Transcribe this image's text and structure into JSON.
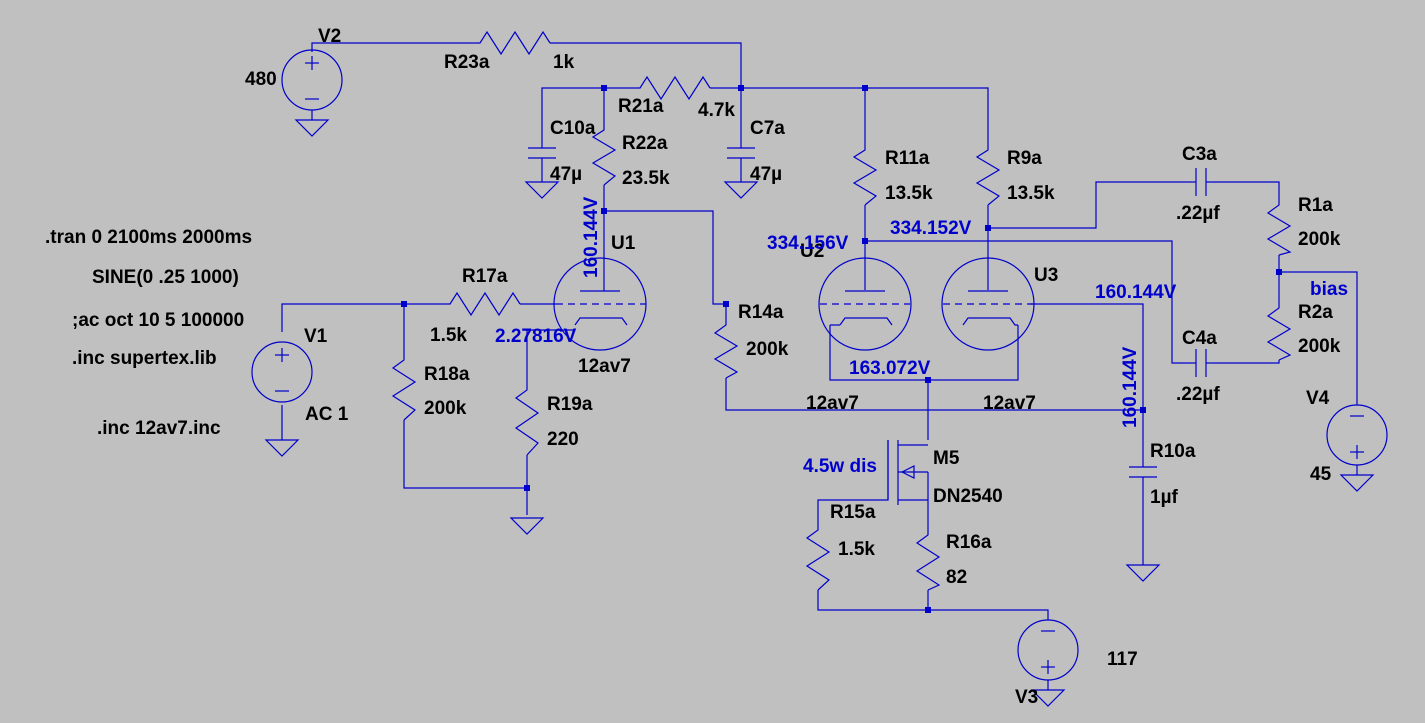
{
  "colors": {
    "background": "#c0c0c0",
    "wire": "#0000cc",
    "node_label": "#0000cc",
    "text": "#000000"
  },
  "directives": {
    "tran": ".tran 0 2100ms 2000ms",
    "sine": "SINE(0 .25 1000)",
    "ac": ";ac oct 10 5 100000",
    "inc_lib": ".inc supertex.lib",
    "inc_tube": ".inc 12av7.inc"
  },
  "components": {
    "V2": {
      "name": "V2",
      "value": "480"
    },
    "V1": {
      "name": "V1",
      "value": "AC 1"
    },
    "V3": {
      "name": "V3",
      "value": "117"
    },
    "V4": {
      "name": "V4",
      "value": "45"
    },
    "R23a": {
      "name": "R23a",
      "value": "1k"
    },
    "R21a": {
      "name": "R21a",
      "value": "4.7k"
    },
    "R22a": {
      "name": "R22a",
      "value": "23.5k"
    },
    "R11a": {
      "name": "R11a",
      "value": "13.5k"
    },
    "R9a": {
      "name": "R9a",
      "value": "13.5k"
    },
    "R17a": {
      "name": "R17a",
      "value": "1.5k"
    },
    "R18a": {
      "name": "R18a",
      "value": "200k"
    },
    "R19a": {
      "name": "R19a",
      "value": "220"
    },
    "R14a": {
      "name": "R14a",
      "value": "200k"
    },
    "R1a": {
      "name": "R1a",
      "value": "200k"
    },
    "R2a": {
      "name": "R2a",
      "value": "200k"
    },
    "R15a": {
      "name": "R15a",
      "value": "1.5k"
    },
    "R16a": {
      "name": "R16a",
      "value": "82"
    },
    "R10a": {
      "name": "R10a",
      "value": "1µf"
    },
    "C10a": {
      "name": "C10a",
      "value": "47µ"
    },
    "C7a": {
      "name": "C7a",
      "value": "47µ"
    },
    "C3a": {
      "name": "C3a",
      "value": ".22µf"
    },
    "C4a": {
      "name": "C4a",
      "value": ".22µf"
    },
    "U1": {
      "name": "U1",
      "value": "12av7"
    },
    "U2": {
      "name": "U2",
      "value": "12av7"
    },
    "U3": {
      "name": "U3",
      "value": "12av7"
    },
    "M5": {
      "name": "M5",
      "value": "DN2540",
      "note": "4.5w dis"
    }
  },
  "node_voltages": {
    "u1_plate": "160.144V",
    "u1_cathode": "2.27816V",
    "u2_plate": "334.156V",
    "u3_plate": "334.152V",
    "u3_grid": "160.144V",
    "r10_node": "160.144V",
    "cathode_tail": "163.072V",
    "bias": "bias"
  }
}
